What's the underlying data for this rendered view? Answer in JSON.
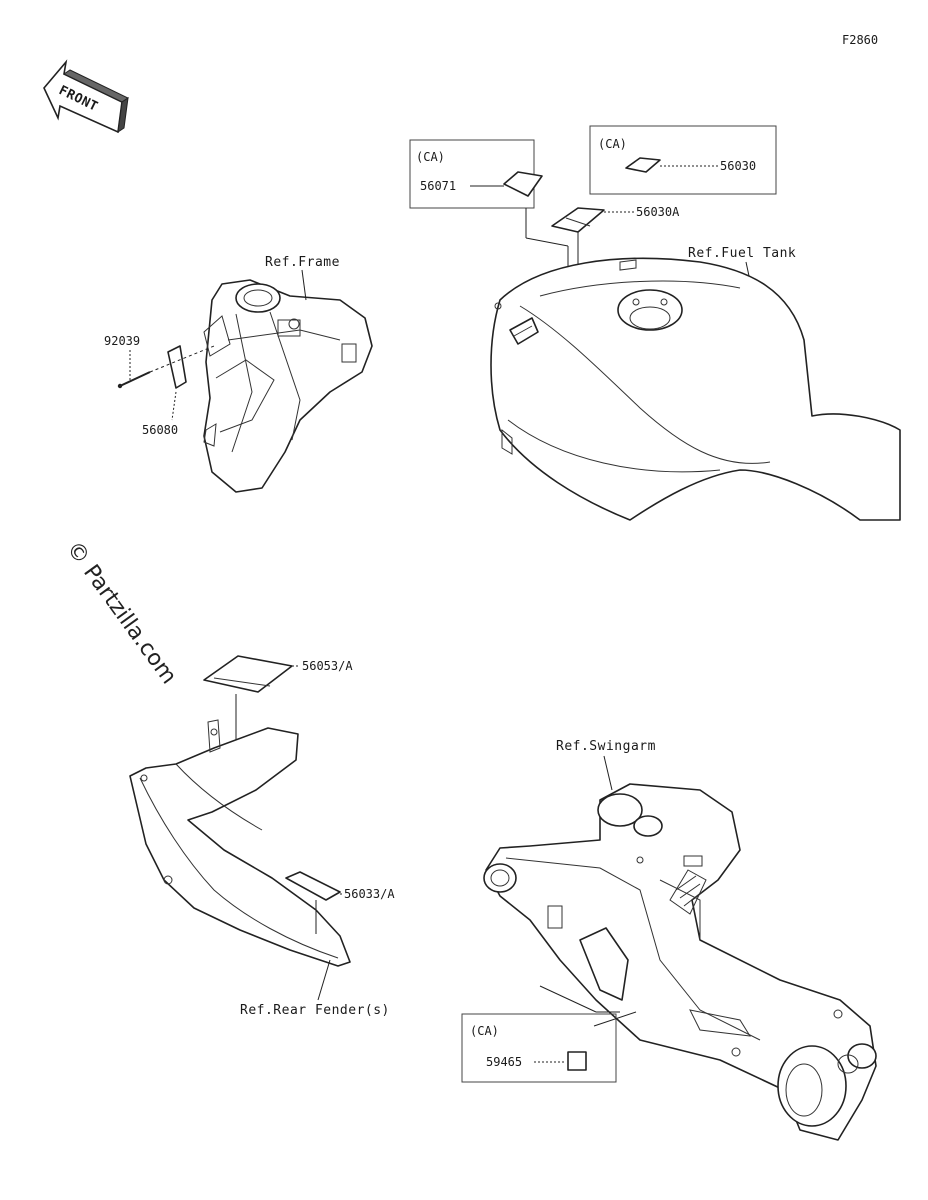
{
  "figure_code": "F2860",
  "front_arrow": "FRONT",
  "watermark": "© Partzilla.com",
  "groups": {
    "frame": {
      "ref": "Ref.Frame",
      "parts": [
        "92039",
        "56080"
      ]
    },
    "fuel_tank": {
      "ref": "Ref.Fuel Tank",
      "ca_box_1": {
        "tag": "(CA)",
        "part": "56071"
      },
      "ca_box_2": {
        "tag": "(CA)",
        "part": "56030"
      },
      "part": "56030A"
    },
    "rear_fender": {
      "ref": "Ref.Rear Fender(s)",
      "parts": [
        "56053/A",
        "56033/A"
      ]
    },
    "swingarm": {
      "ref": "Ref.Swingarm",
      "ca_box": {
        "tag": "(CA)",
        "part": "59465"
      }
    }
  }
}
